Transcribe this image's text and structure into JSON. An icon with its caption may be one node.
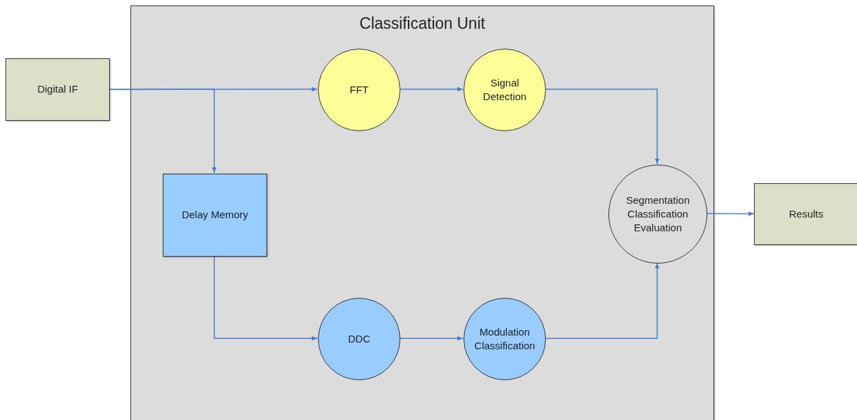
{
  "diagram": {
    "nodes": [
      {
        "text": [
          "Digital IF"
        ]
      },
      {
        "text": [
          "Classification Unit"
        ]
      },
      {
        "text": [
          "FFT"
        ],
        "in": 1
      },
      {
        "text": [
          "Signal Detection"
        ],
        "in": 1
      },
      {
        "text": [
          "Delay Memory"
        ],
        "in": 1
      },
      {
        "text": [
          "Segmentation Classification Evaluation"
        ],
        "in": 1
      },
      {
        "text": [
          "DDC"
        ],
        "in": 1
      },
      {
        "text": [
          "Modulation Classification"
        ],
        "in": 1
      },
      {
        "text": [
          "Results"
        ]
      }
    ],
    "edges": [
      {
        "from": 0,
        "to": 2,
        "arrow": "to"
      },
      {
        "from": 0,
        "to": 4,
        "arrow": "to"
      },
      {
        "from": 2,
        "to": 3,
        "arrow": "to"
      },
      {
        "from": 3,
        "to": 5,
        "arrow": "to"
      },
      {
        "from": 4,
        "to": 6,
        "arrow": "to"
      },
      {
        "from": 6,
        "to": 7,
        "arrow": "to"
      },
      {
        "from": 7,
        "to": 5,
        "arrow": "to"
      },
      {
        "from": 5,
        "to": 8,
        "arrow": "to"
      }
    ]
  }
}
